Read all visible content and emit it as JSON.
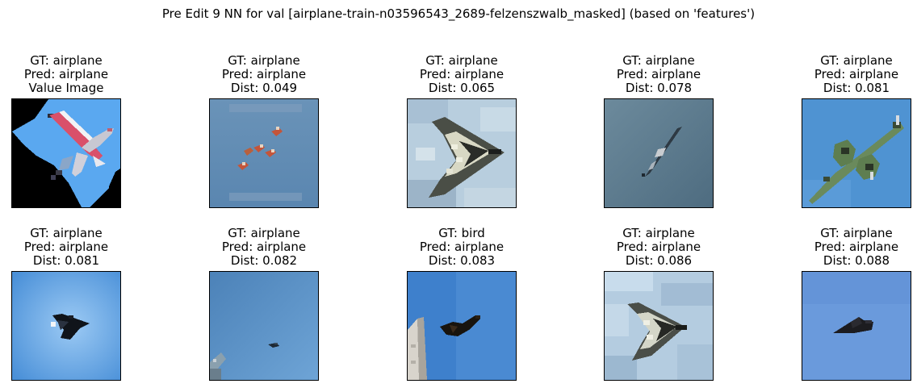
{
  "figure": {
    "title": "Pre Edit 9 NN for val [airplane-train-n03596543_2689-felzenszwalb_masked] (based on 'features')"
  },
  "chart_data": {
    "type": "image_grid",
    "title": "Pre Edit 9 NN for val [airplane-train-n03596543_2689-felzenszwalb_masked] (based on 'features')",
    "rows": 2,
    "cols": 5,
    "panels": [
      {
        "lines": [
          "GT: airplane",
          "Pred: airplane",
          "Value Image"
        ],
        "gt": "airplane",
        "pred": "airplane",
        "dist": null,
        "scene": "masked red-white airplane on sky-blue patch, black masked background"
      },
      {
        "lines": [
          "GT: airplane",
          "Pred: airplane",
          "Dist: 0.049"
        ],
        "gt": "airplane",
        "pred": "airplane",
        "dist": 0.049,
        "scene": "five small red planes in formation on blue-grey sky"
      },
      {
        "lines": [
          "GT: airplane",
          "Pred: airplane",
          "Dist: 0.065"
        ],
        "gt": "airplane",
        "pred": "airplane",
        "dist": 0.065,
        "scene": "stealth bomber over pale cloudy sky"
      },
      {
        "lines": [
          "GT: airplane",
          "Pred: airplane",
          "Dist: 0.078"
        ],
        "gt": "airplane",
        "pred": "airplane",
        "dist": 0.078,
        "scene": "distant jet on slate-grey sky"
      },
      {
        "lines": [
          "GT: airplane",
          "Pred: airplane",
          "Dist: 0.081"
        ],
        "gt": "airplane",
        "pred": "airplane",
        "dist": 0.081,
        "scene": "green twin-boom propeller plane on blue sky"
      },
      {
        "lines": [
          "GT: airplane",
          "Pred: airplane",
          "Dist: 0.081"
        ],
        "gt": "airplane",
        "pred": "airplane",
        "dist": 0.081,
        "scene": "dark fighter jet on light-blue sky"
      },
      {
        "lines": [
          "GT: airplane",
          "Pred: airplane",
          "Dist: 0.082"
        ],
        "gt": "airplane",
        "pred": "airplane",
        "dist": 0.082,
        "scene": "tiny distant plane on blue sky, structure in corner"
      },
      {
        "lines": [
          "GT: bird",
          "Pred: airplane",
          "Dist: 0.083"
        ],
        "gt": "bird",
        "pred": "airplane",
        "dist": 0.083,
        "scene": "dark bird in flight on blue sky beside pale building"
      },
      {
        "lines": [
          "GT: airplane",
          "Pred: airplane",
          "Dist: 0.086"
        ],
        "gt": "airplane",
        "pred": "airplane",
        "dist": 0.086,
        "scene": "stealth bomber over pale cloudy sky"
      },
      {
        "lines": [
          "GT: airplane",
          "Pred: airplane",
          "Dist: 0.088"
        ],
        "gt": "airplane",
        "pred": "airplane",
        "dist": 0.088,
        "scene": "dark flying-wing aircraft on blue sky"
      }
    ]
  }
}
